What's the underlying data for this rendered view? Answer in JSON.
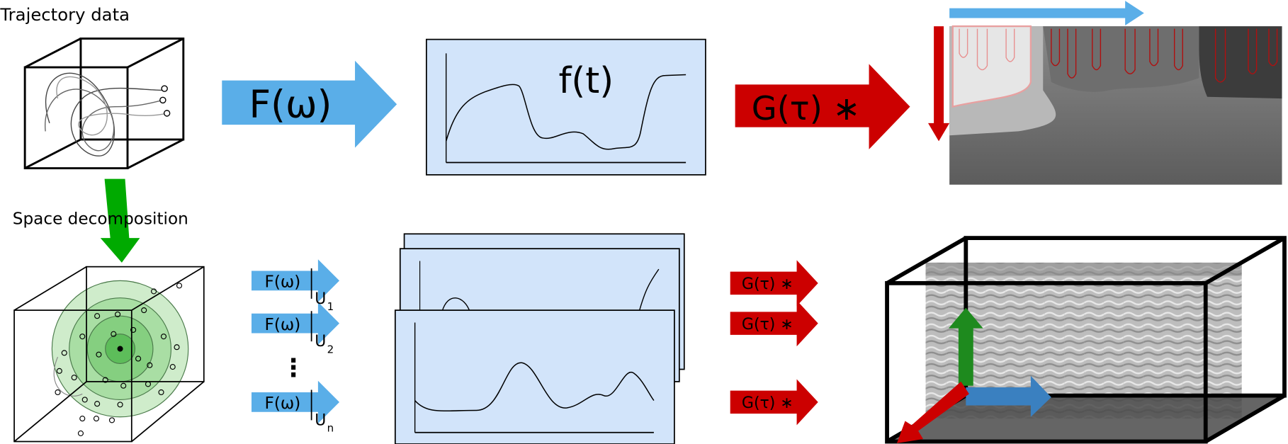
{
  "labels": {
    "trajectory": "Trajectory data",
    "space_decomposition": "Space decomposition"
  },
  "top": {
    "fourier": "F(ω)",
    "signal": "f(t)",
    "convolution": "G(τ) ∗"
  },
  "bottom": {
    "fourier_rows": [
      {
        "op": "F(ω)",
        "domain": "U",
        "sub": "1"
      },
      {
        "op": "F(ω)",
        "domain": "U",
        "sub": "2"
      },
      {
        "op": "F(ω)",
        "domain": "U",
        "sub": "n"
      }
    ],
    "ellipsis": "⋮",
    "convolution_rows": [
      "G(τ) ∗",
      "G(τ) ∗",
      "G(τ) ∗"
    ]
  },
  "colors": {
    "blue_arrow": "#5aaee8",
    "red_arrow": "#cc0000",
    "green_arrow": "#00aa00",
    "panel_fill": "#d2e4fa"
  }
}
